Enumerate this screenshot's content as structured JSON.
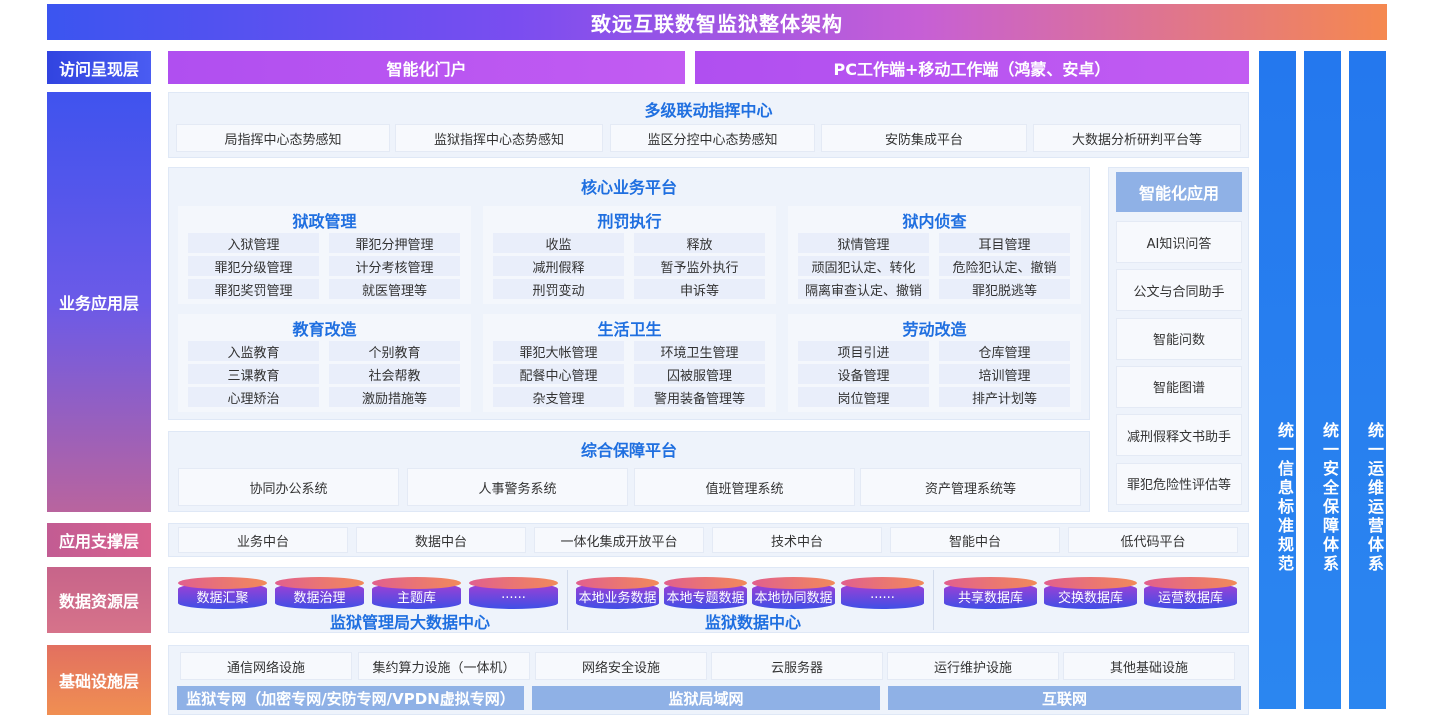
{
  "title": "致远互联数智监狱整体架构",
  "layers": {
    "access": "访问呈现层",
    "business": "业务应用层",
    "support": "应用支撑层",
    "data": "数据资源层",
    "infra": "基础设施层"
  },
  "access": {
    "portal": "智能化门户",
    "workstation": "PC工作端+移动工作端（鸿蒙、安卓）"
  },
  "command": {
    "title": "多级联动指挥中心",
    "items": [
      "局指挥中心态势感知",
      "监狱指挥中心态势感知",
      "监区分控中心态势感知",
      "安防集成平台",
      "大数据分析研判平台等"
    ]
  },
  "core": {
    "title": "核心业务平台",
    "groups": [
      {
        "title": "狱政管理",
        "items": [
          "入狱管理",
          "罪犯分押管理",
          "罪犯分级管理",
          "计分考核管理",
          "罪犯奖罚管理",
          "就医管理等"
        ]
      },
      {
        "title": "刑罚执行",
        "items": [
          "收监",
          "释放",
          "减刑假释",
          "暂予监外执行",
          "刑罚变动",
          "申诉等"
        ]
      },
      {
        "title": "狱内侦查",
        "items": [
          "狱情管理",
          "耳目管理",
          "顽固犯认定、转化",
          "危险犯认定、撤销",
          "隔离审查认定、撤销",
          "罪犯脱逃等"
        ]
      },
      {
        "title": "教育改造",
        "items": [
          "入监教育",
          "个别教育",
          "三课教育",
          "社会帮教",
          "心理矫治",
          "激励措施等"
        ]
      },
      {
        "title": "生活卫生",
        "items": [
          "罪犯大帐管理",
          "环境卫生管理",
          "配餐中心管理",
          "囚被服管理",
          "杂支管理",
          "警用装备管理等"
        ]
      },
      {
        "title": "劳动改造",
        "items": [
          "项目引进",
          "仓库管理",
          "设备管理",
          "培训管理",
          "岗位管理",
          "排产计划等"
        ]
      }
    ]
  },
  "ai": {
    "title": "智能化应用",
    "items": [
      "AI知识问答",
      "公文与合同助手",
      "智能问数",
      "智能图谱",
      "减刑假释文书助手",
      "罪犯危险性评估等"
    ]
  },
  "guarantee": {
    "title": "综合保障平台",
    "items": [
      "协同办公系统",
      "人事警务系统",
      "值班管理系统",
      "资产管理系统等"
    ]
  },
  "support": {
    "items": [
      "业务中台",
      "数据中台",
      "一体化集成开放平台",
      "技术中台",
      "智能中台",
      "低代码平台"
    ]
  },
  "data": {
    "bureau": {
      "title": "监狱管理局大数据中心",
      "items": [
        "数据汇聚",
        "数据治理",
        "主题库",
        "......"
      ]
    },
    "prison": {
      "title": "监狱数据中心",
      "items": [
        "本地业务数据",
        "本地专题数据",
        "本地协同数据",
        "......"
      ]
    },
    "shared": {
      "items": [
        "共享数据库",
        "交换数据库",
        "运营数据库"
      ]
    }
  },
  "infra": {
    "items": [
      "通信网络设施",
      "集约算力设施（一体机）",
      "网络安全设施",
      "云服务器",
      "运行维护设施",
      "其他基础设施"
    ],
    "networks": [
      "监狱专网（加密专网/安防专网/VPDN虚拟专网）",
      "监狱局域网",
      "互联网"
    ]
  },
  "systems": [
    "统一信息标准规范",
    "统一安全保障体系",
    "统一运维运营体系"
  ]
}
